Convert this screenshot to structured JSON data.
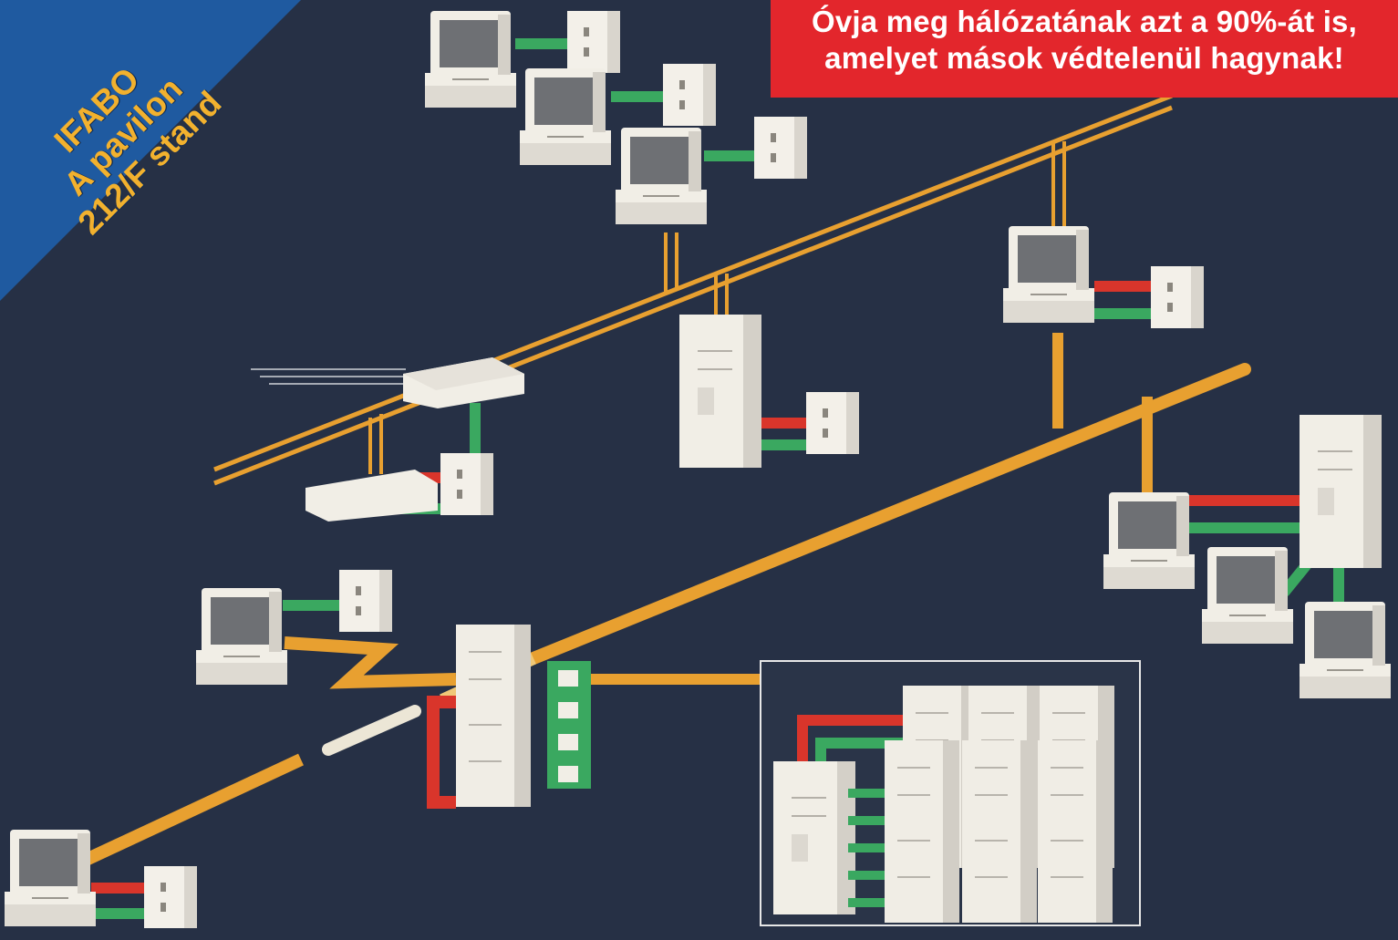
{
  "badge": {
    "lines": [
      "IFABO",
      "A pavilon",
      "212/F stand"
    ],
    "color": "#f2b12e",
    "background": "#1f5aa0"
  },
  "headline": {
    "lines": [
      "Óvja meg hálózatának azt a 90%-át is,",
      "amelyet mások védtelenül hagynak!"
    ],
    "background": "#e3262c",
    "color": "#ffffff"
  },
  "colors": {
    "background": "#263045",
    "network_cable": "#e8a030",
    "link_green": "#3aa860",
    "link_red": "#d9352b",
    "device": "#f1eee6"
  }
}
